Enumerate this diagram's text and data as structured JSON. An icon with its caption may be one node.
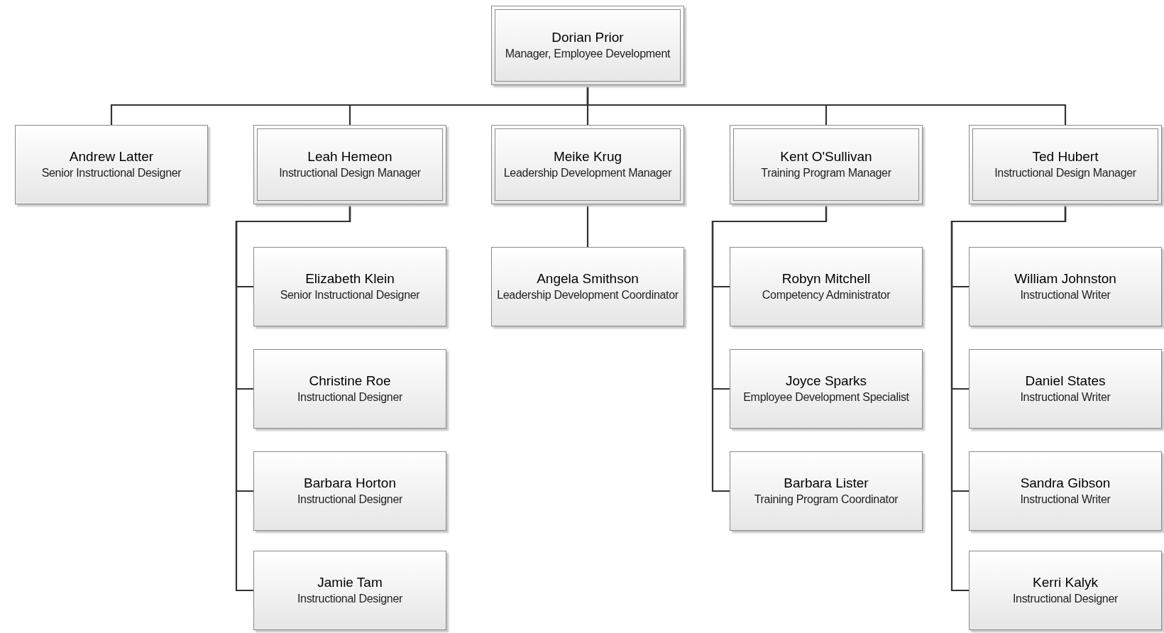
{
  "diagram": {
    "nodes": [
      {
        "text": [
          "Dorian Prior",
          "Manager, Employee Development"
        ]
      },
      {
        "text": [
          "Andrew Latter",
          "Senior Instructional Designer"
        ]
      },
      {
        "text": [
          "Leah Hemeon",
          "Instructional Design Manager"
        ]
      },
      {
        "text": [
          "Meike Krug",
          "Leadership Development Manager"
        ]
      },
      {
        "text": [
          "Kent O'Sullivan",
          "Training Program Manager"
        ]
      },
      {
        "text": [
          "Ted Hubert",
          "Instructional Design Manager"
        ]
      },
      {
        "text": [
          "Elizabeth Klein",
          "Senior Instructional Designer"
        ]
      },
      {
        "text": [
          "Christine Roe",
          "Instructional Designer"
        ]
      },
      {
        "text": [
          "Barbara Horton",
          "Instructional Designer"
        ]
      },
      {
        "text": [
          "Jamie Tam",
          "Instructional Designer"
        ]
      },
      {
        "text": [
          "Angela Smithson",
          "Leadership Development Coordinator"
        ]
      },
      {
        "text": [
          "Robyn Mitchell",
          "Competency Administrator"
        ]
      },
      {
        "text": [
          "Joyce Sparks",
          "Employee Development Specialist"
        ]
      },
      {
        "text": [
          "Barbara Lister",
          "Training Program Coordinator"
        ]
      },
      {
        "text": [
          "William Johnston",
          "Instructional Writer"
        ]
      },
      {
        "text": [
          "Daniel States",
          "Instructional Writer"
        ]
      },
      {
        "text": [
          "Sandra Gibson",
          "Instructional Writer"
        ]
      },
      {
        "text": [
          "Kerri Kalyk",
          "Instructional Designer"
        ]
      }
    ],
    "edges": [
      {
        "from": 0,
        "to": 1,
        "arrow": "none"
      },
      {
        "from": 0,
        "to": 2,
        "arrow": "none"
      },
      {
        "from": 0,
        "to": 3,
        "arrow": "none"
      },
      {
        "from": 0,
        "to": 4,
        "arrow": "none"
      },
      {
        "from": 0,
        "to": 5,
        "arrow": "none"
      },
      {
        "from": 2,
        "to": 6,
        "arrow": "none"
      },
      {
        "from": 2,
        "to": 7,
        "arrow": "none"
      },
      {
        "from": 2,
        "to": 8,
        "arrow": "none"
      },
      {
        "from": 2,
        "to": 9,
        "arrow": "none"
      },
      {
        "from": 3,
        "to": 10,
        "arrow": "none"
      },
      {
        "from": 4,
        "to": 11,
        "arrow": "none"
      },
      {
        "from": 4,
        "to": 12,
        "arrow": "none"
      },
      {
        "from": 4,
        "to": 13,
        "arrow": "none"
      },
      {
        "from": 5,
        "to": 14,
        "arrow": "none"
      },
      {
        "from": 5,
        "to": 15,
        "arrow": "none"
      },
      {
        "from": 5,
        "to": 16,
        "arrow": "none"
      },
      {
        "from": 5,
        "to": 17,
        "arrow": "none"
      }
    ]
  }
}
